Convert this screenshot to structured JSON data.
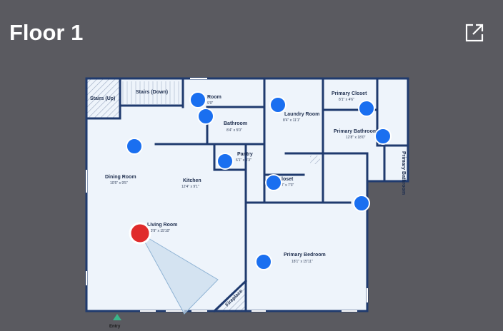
{
  "header": {
    "title": "Floor 1"
  },
  "icons": {
    "expand": "external-link-icon"
  },
  "colors": {
    "background": "#5a5a60",
    "floor": "#eef4fb",
    "wall": "#1f3a6e",
    "pin": "#1a6ff0",
    "current_pin": "#e02b2b",
    "entry_marker": "#3bb58a"
  },
  "rooms": {
    "stairs_up": {
      "label": "Stairs (Up)"
    },
    "stairs_down": {
      "label": "Stairs (Down)"
    },
    "powder_room": {
      "label": "Room",
      "dim": "9'0\""
    },
    "bathroom": {
      "label": "Bathroom",
      "dim": "8'4\" x 5'0\""
    },
    "laundry_room": {
      "label": "Laundry Room",
      "dim": "8'4\" x 11'1\""
    },
    "primary_closet": {
      "label": "Primary Closet",
      "dim": "8'1\" x 4'6\""
    },
    "primary_bathroom": {
      "label": "Primary Bathroom",
      "dim": "12'8\" x 18'0\""
    },
    "primary_bathroom_2": {
      "label": "Primary Bathroom"
    },
    "dining_room": {
      "label": "Dining Room",
      "dim": "10'5\" x 9'5\""
    },
    "kitchen": {
      "label": "Kitchen",
      "dim": "12'4\" x 9'1\""
    },
    "pantry": {
      "label": "Pantry",
      "dim": "6'1\" x 4'3\""
    },
    "closet": {
      "label": "loset",
      "dim": "7' x 7'3\""
    },
    "living_room": {
      "label": "Living Room",
      "dim": "13'9\" x 15'10\""
    },
    "primary_bedroom": {
      "label": "Primary Bedroom",
      "dim": "18'1\" x 15'11\""
    },
    "fireplace": {
      "label": "Fireplace"
    },
    "entry": {
      "label": "Entry"
    }
  }
}
